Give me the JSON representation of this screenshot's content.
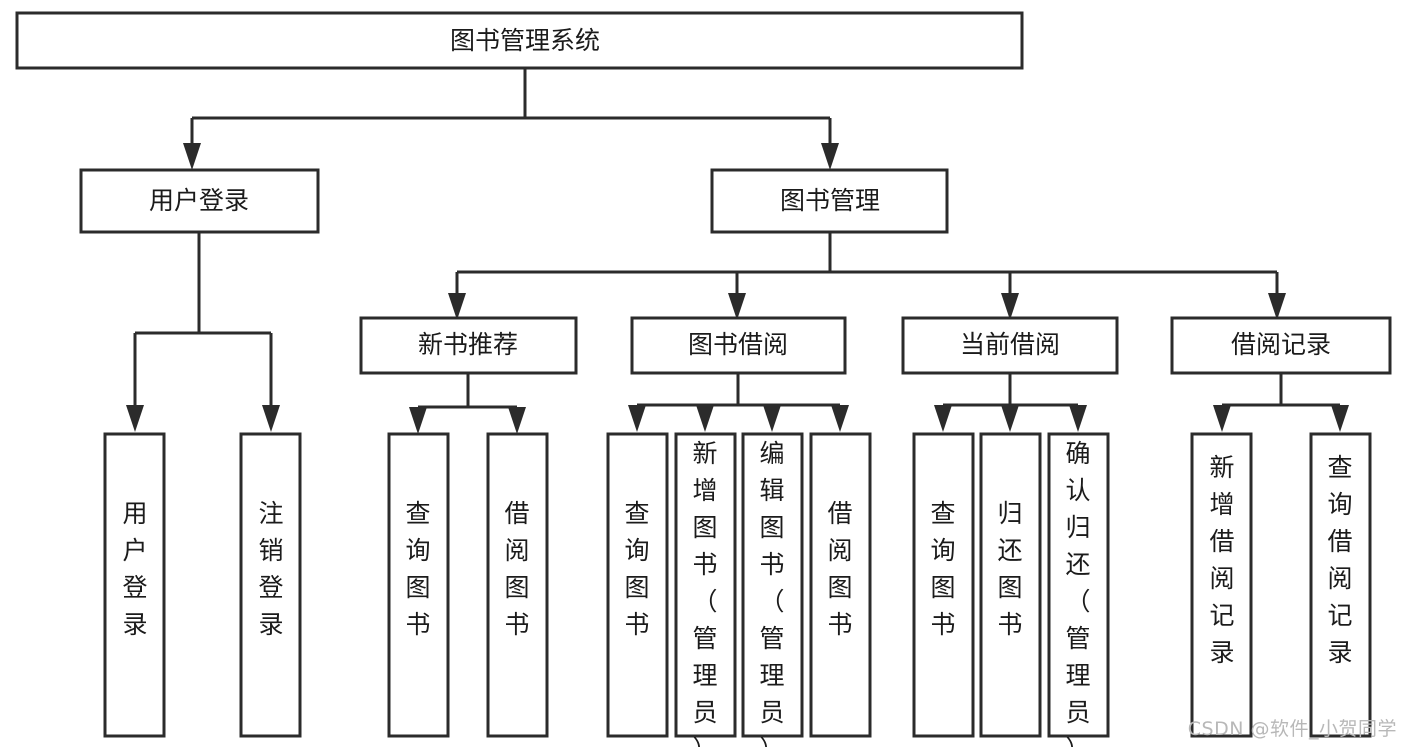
{
  "diagram": {
    "title": "图书管理系统",
    "type": "hierarchy-tree",
    "watermark": "CSDN @软件_小贺同学",
    "colors": {
      "stroke": "#2b2b2b",
      "box_fill": "#ffffff",
      "text": "#1b1b1b",
      "background": "#ffffff",
      "watermark": "#b8b8b8"
    },
    "nodes": {
      "root": {
        "label": "图书管理系统",
        "level": 0,
        "orientation": "horizontal"
      },
      "l1": [
        {
          "id": "user-login",
          "label": "用户登录",
          "level": 1,
          "orientation": "horizontal"
        },
        {
          "id": "book-manage",
          "label": "图书管理",
          "level": 1,
          "orientation": "horizontal"
        }
      ],
      "l2": [
        {
          "id": "new-book-recommend",
          "label": "新书推荐",
          "level": 2,
          "orientation": "horizontal"
        },
        {
          "id": "book-borrow",
          "label": "图书借阅",
          "level": 2,
          "orientation": "horizontal"
        },
        {
          "id": "current-borrow",
          "label": "当前借阅",
          "level": 2,
          "orientation": "horizontal"
        },
        {
          "id": "borrow-record",
          "label": "借阅记录",
          "level": 2,
          "orientation": "horizontal"
        }
      ],
      "leaves": [
        {
          "id": "leaf-user-login",
          "label": "用户登录",
          "parent": "user-login",
          "orientation": "vertical"
        },
        {
          "id": "leaf-user-logout",
          "label": "注销登录",
          "parent": "user-login",
          "orientation": "vertical"
        },
        {
          "id": "leaf-query-book-1",
          "label": "查询图书",
          "parent": "new-book-recommend",
          "orientation": "vertical"
        },
        {
          "id": "leaf-borrow-book-1",
          "label": "借阅图书",
          "parent": "new-book-recommend",
          "orientation": "vertical"
        },
        {
          "id": "leaf-query-book-2",
          "label": "查询图书",
          "parent": "book-borrow",
          "orientation": "vertical"
        },
        {
          "id": "leaf-add-book",
          "label": "新增图书（管理员）",
          "parent": "book-borrow",
          "orientation": "vertical"
        },
        {
          "id": "leaf-edit-book",
          "label": "编辑图书（管理员）",
          "parent": "book-borrow",
          "orientation": "vertical"
        },
        {
          "id": "leaf-borrow-book-2",
          "label": "借阅图书",
          "parent": "book-borrow",
          "orientation": "vertical"
        },
        {
          "id": "leaf-query-book-3",
          "label": "查询图书",
          "parent": "current-borrow",
          "orientation": "vertical"
        },
        {
          "id": "leaf-return-book",
          "label": "归还图书",
          "parent": "current-borrow",
          "orientation": "vertical"
        },
        {
          "id": "leaf-confirm-return",
          "label": "确认归还（管理员）",
          "parent": "current-borrow",
          "orientation": "vertical"
        },
        {
          "id": "leaf-add-record",
          "label": "新增借阅记录",
          "parent": "borrow-record",
          "orientation": "vertical"
        },
        {
          "id": "leaf-query-record",
          "label": "查询借阅记录",
          "parent": "borrow-record",
          "orientation": "vertical"
        }
      ]
    }
  }
}
